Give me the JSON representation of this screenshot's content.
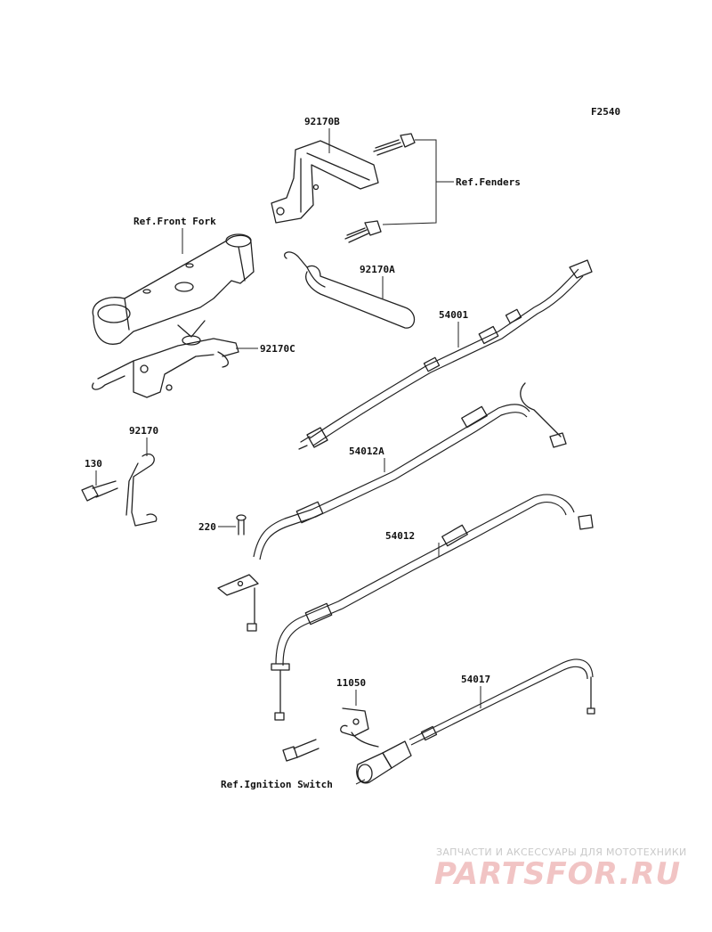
{
  "figure_code": "F2540",
  "labels": {
    "p92170B": "92170B",
    "ref_fenders": "Ref.Fenders",
    "ref_front_fork": "Ref.Front Fork",
    "p92170A": "92170A",
    "p54001": "54001",
    "p92170C": "92170C",
    "p92170": "92170",
    "p130": "130",
    "p54012A": "54012A",
    "p220": "220",
    "p54012": "54012",
    "p11050": "11050",
    "p54017": "54017",
    "ref_ignition_switch": "Ref.Ignition Switch"
  },
  "watermark": {
    "tagline": "ЗАПЧАСТИ И АКСЕССУАРЫ ДЛЯ МОТОТЕХНИКИ",
    "logo": "PARTSFOR.RU"
  }
}
